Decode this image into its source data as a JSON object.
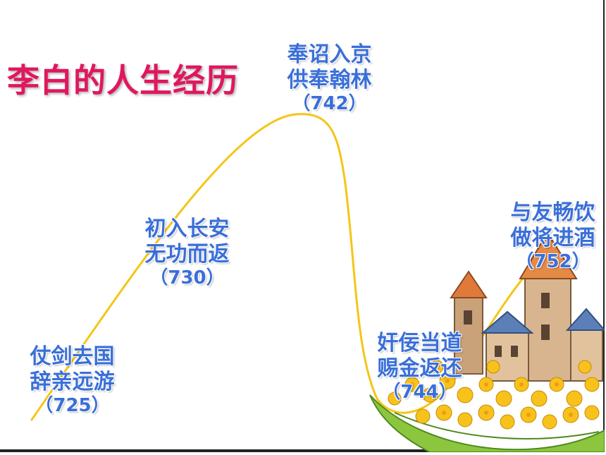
{
  "slide": {
    "title": "李白的人生经历"
  },
  "events": [
    {
      "line1": "仗剑去国",
      "line2": "辞亲远游",
      "year": "（725）"
    },
    {
      "line1": "初入长安",
      "line2": "无功而返",
      "year": "（730）"
    },
    {
      "line1": "奉诏入京",
      "line2": "供奉翰林",
      "year": "（742）"
    },
    {
      "line1": "奸佞当道",
      "line2": "赐金返还",
      "year": "（744）"
    },
    {
      "line1": "与友畅饮",
      "line2": "做将进酒",
      "year": "（752）"
    }
  ],
  "colors": {
    "title": "#e0175e",
    "event_text": "#3a6fd8",
    "curve": "#f5c518"
  },
  "decoration": {
    "illustration": "castle-with-yellow-flowers-on-leaf"
  }
}
